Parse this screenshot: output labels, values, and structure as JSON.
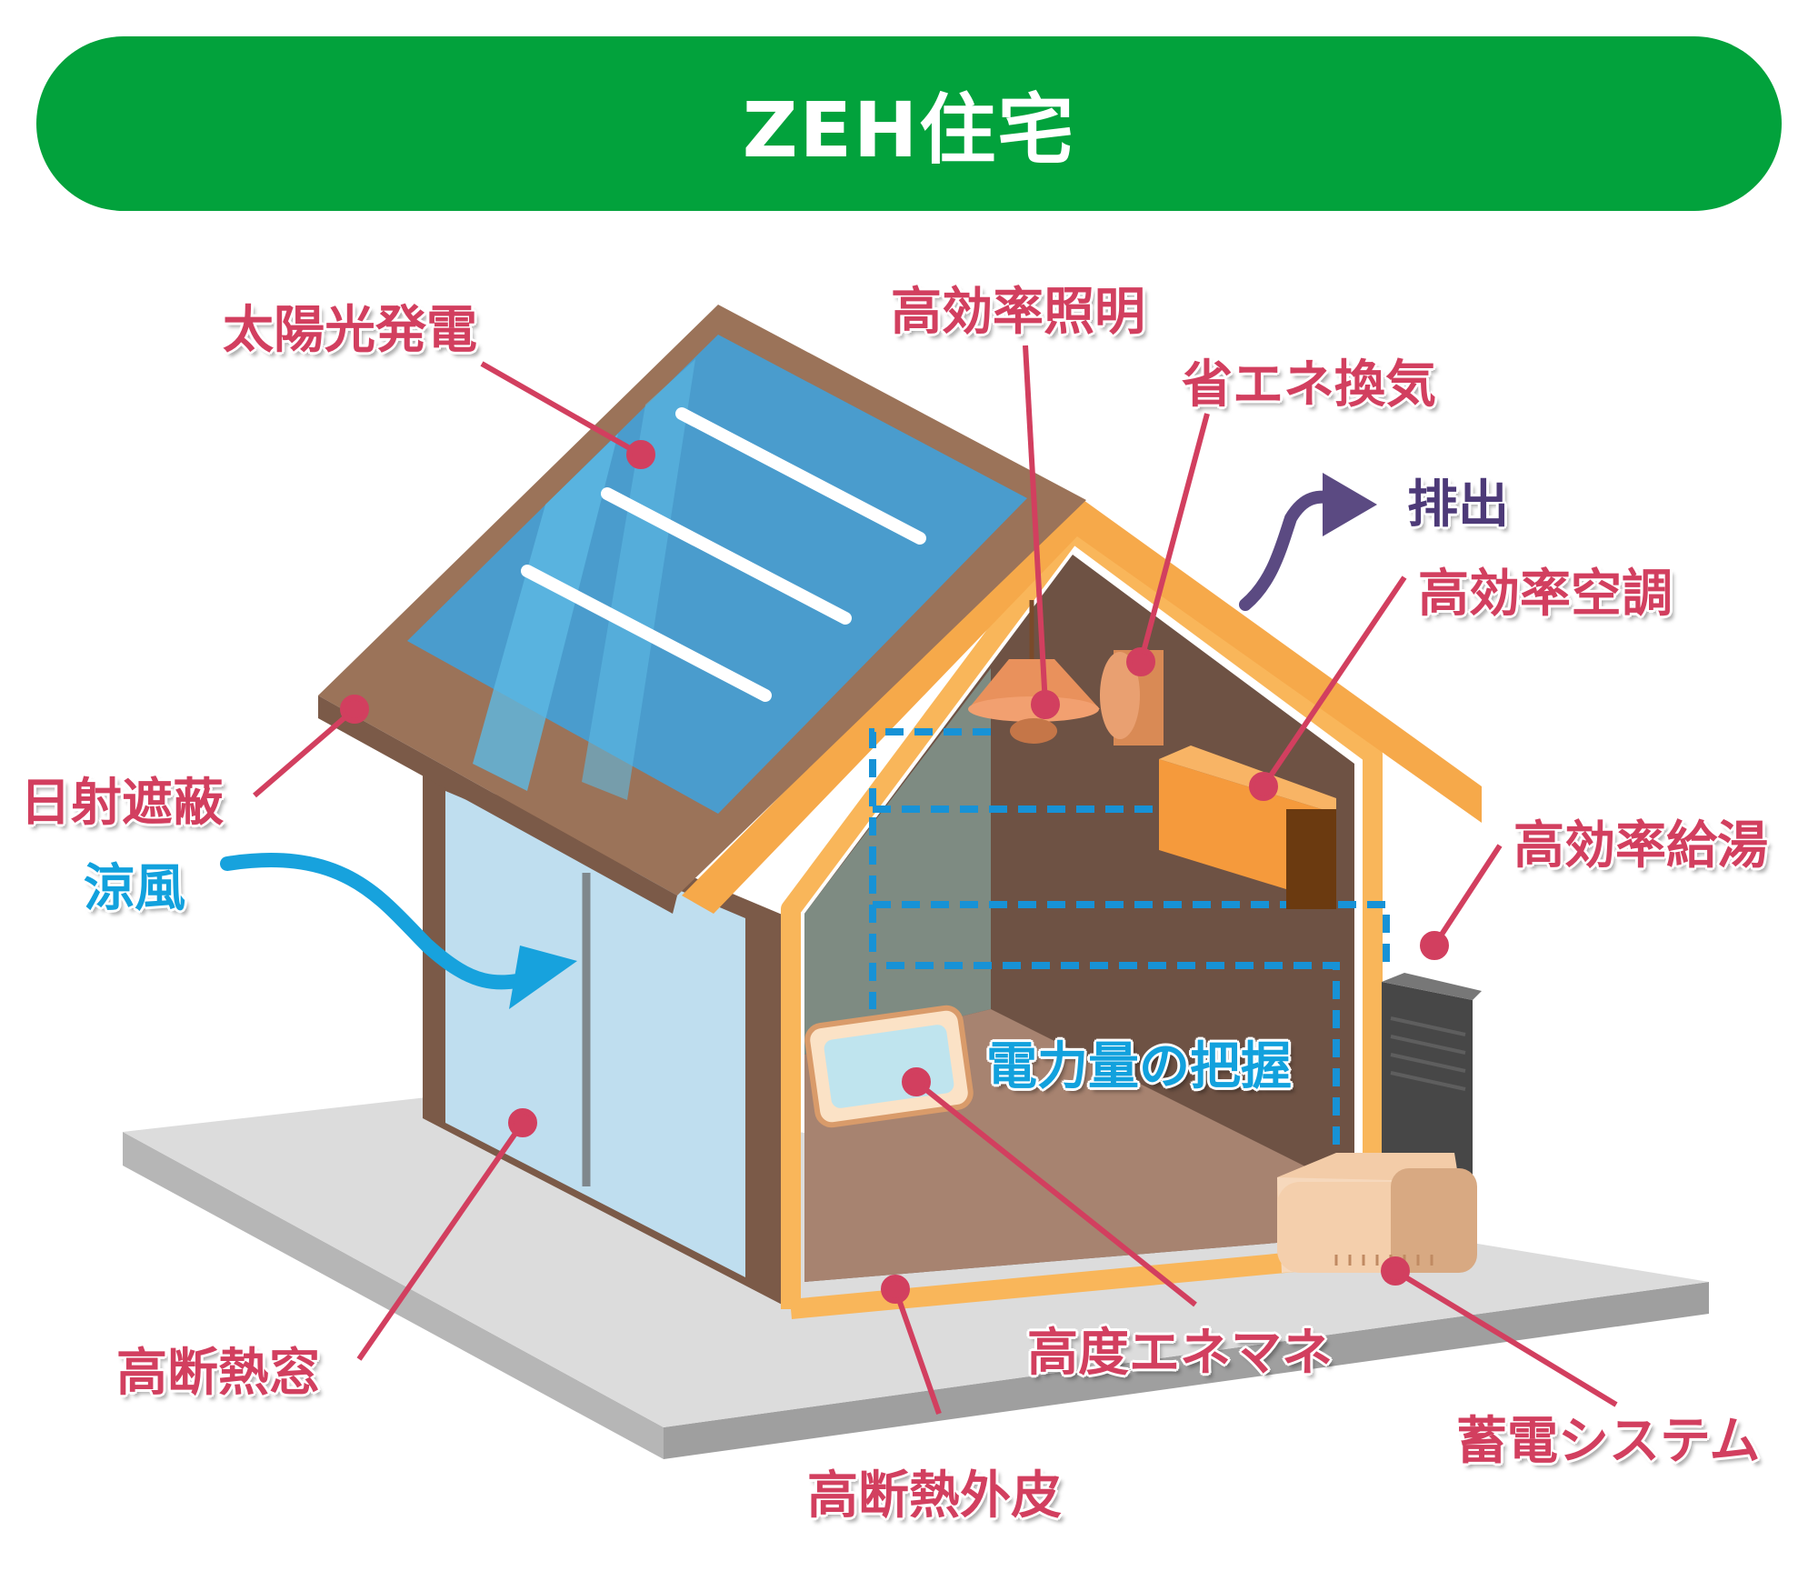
{
  "title": "ZEH住宅",
  "labels": {
    "solar": "太陽光発電",
    "lighting": "高効率照明",
    "ventilation": "省エネ換気",
    "exhaust": "排出",
    "aircon": "高効率空調",
    "water_heater": "高効率給湯",
    "shading": "日射遮蔽",
    "breeze": "涼風",
    "power_monitor": "電力量の把握",
    "windows": "高断熱窓",
    "energy_mgmt": "高度エネマネ",
    "battery": "蓄電システム",
    "envelope": "高断熱外皮"
  },
  "colors": {
    "title_bg": "#02a23c",
    "label_pink": "#d23f5f",
    "label_blue": "#12a1dd",
    "label_purple": "#4d3a78",
    "roof_brown": "#9b7359",
    "solar_blue": "#4a9ccd",
    "frame_orange": "#f9b65a",
    "wiring_blue": "#1792d6"
  }
}
